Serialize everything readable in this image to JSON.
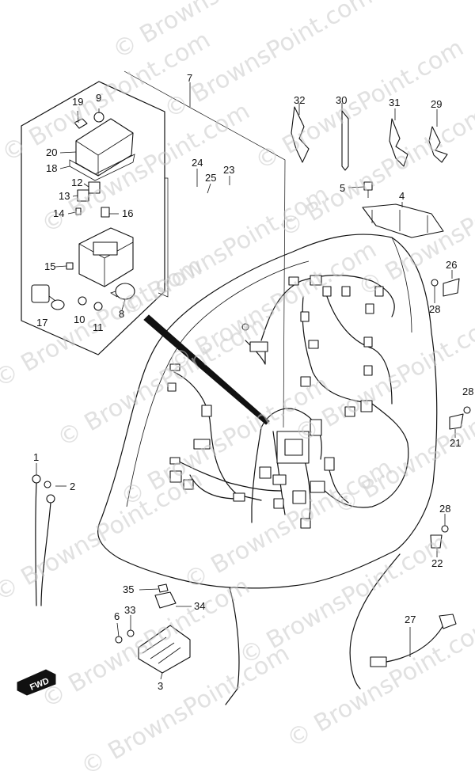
{
  "diagram": {
    "watermark": "© BrownsPoint.com",
    "direction_badge": "FWD",
    "callouts": {
      "c1": "1",
      "c2": "2",
      "c3": "3",
      "c4": "4",
      "c5": "5",
      "c6": "6",
      "c7": "7",
      "c8": "8",
      "c9": "9",
      "c10": "10",
      "c11": "11",
      "c12": "12",
      "c13": "13",
      "c14": "14",
      "c15": "15",
      "c16": "16",
      "c17": "17",
      "c18": "18",
      "c19": "19",
      "c20": "20",
      "c21": "21",
      "c22": "22",
      "c23": "23",
      "c24": "24",
      "c25": "25",
      "c26": "26",
      "c27": "27",
      "c28a": "28",
      "c28b": "28",
      "c28c": "28",
      "c29": "29",
      "c30": "30",
      "c31": "31",
      "c32": "32",
      "c33": "33",
      "c34": "34",
      "c35": "35"
    }
  }
}
